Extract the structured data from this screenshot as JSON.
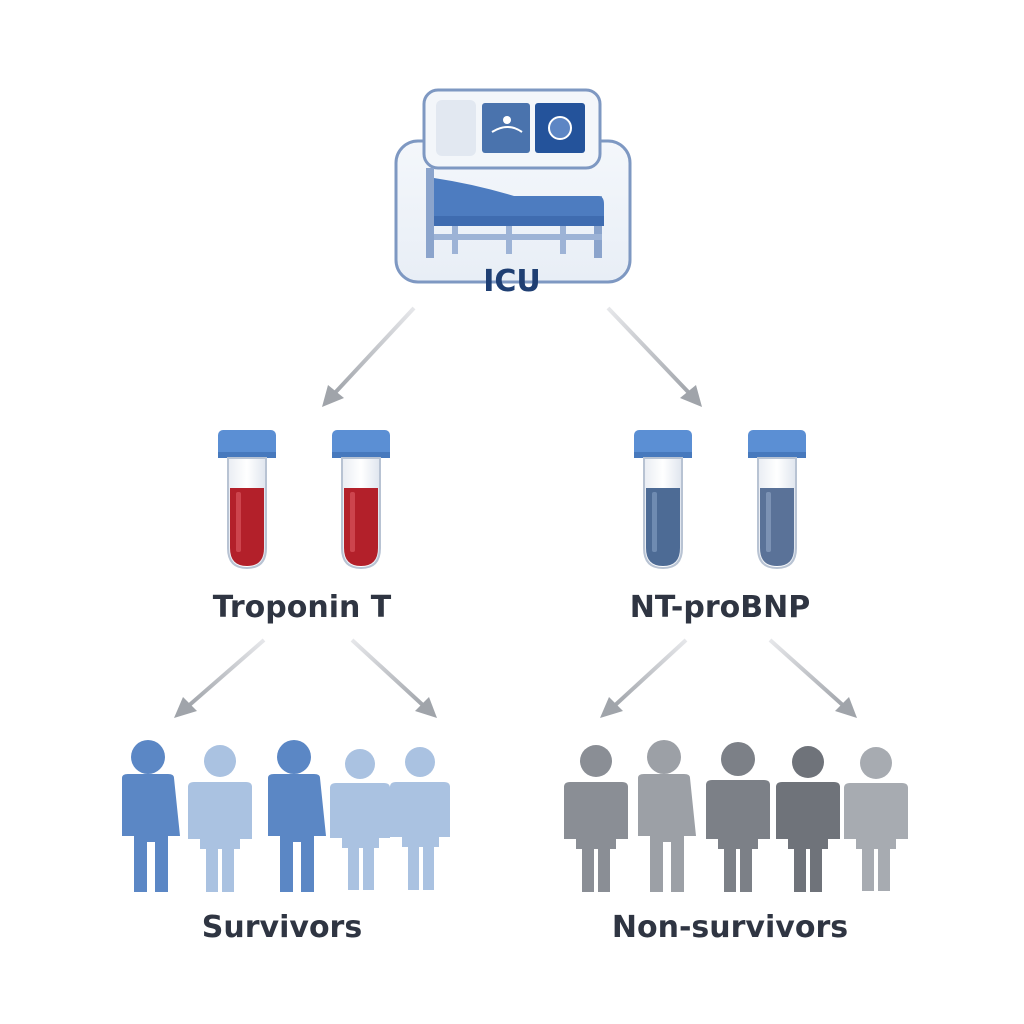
{
  "nodes": {
    "icu": {
      "label": "ICU"
    },
    "troponin": {
      "label": "Troponin T"
    },
    "ntprobnp": {
      "label": "NT-proBNP"
    },
    "survivors": {
      "label": "Survivors"
    },
    "nonsurvivors": {
      "label": "Non-survivors"
    }
  },
  "colors": {
    "blue_dark": "#5b87c5",
    "blue_light": "#aac2e1",
    "gray_dark": "#7c8087",
    "gray_light": "#a7abb1",
    "blood_red": "#b3202a",
    "tube_cap": "#5b8fd4",
    "bluegray_fluid": "#4d6b95",
    "arrow": "#b9bcc1",
    "text": "#2f3542"
  },
  "icons": [
    "hospital-bed-icon",
    "heart-monitor-icon",
    "blood-tube-icon",
    "person-icon",
    "arrow-icon"
  ]
}
